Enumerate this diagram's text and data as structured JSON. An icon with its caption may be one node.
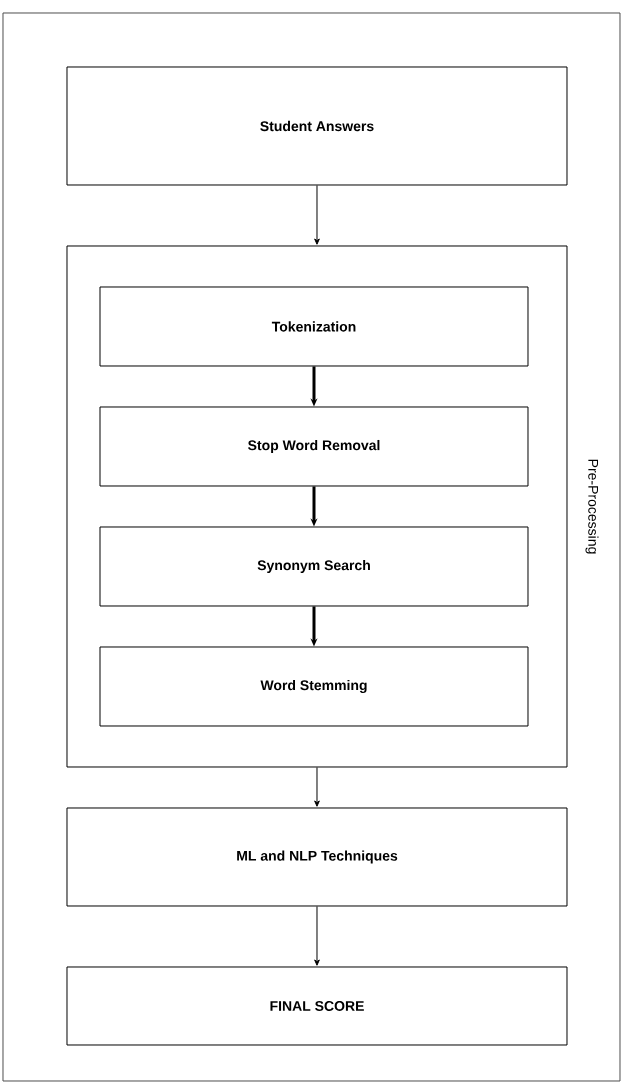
{
  "diagram": {
    "nodes": [
      {
        "text": [
          "Student Answers"
        ]
      },
      {
        "text": [
          "Pre-Processing"
        ]
      },
      {
        "text": [
          "Tokenization"
        ],
        "in": 1
      },
      {
        "text": [
          "Stop Word Removal"
        ],
        "in": 1
      },
      {
        "text": [
          "Synonym Search"
        ],
        "in": 1
      },
      {
        "text": [
          "Word Stemming"
        ],
        "in": 1
      },
      {
        "text": [
          "ML and NLP Techniques"
        ]
      },
      {
        "text": [
          "FINAL SCORE"
        ]
      }
    ],
    "edges": [
      {
        "from": 0,
        "to": 1,
        "arrow": "to"
      },
      {
        "from": 2,
        "to": 3,
        "arrow": "to",
        "style": "thick"
      },
      {
        "from": 3,
        "to": 4,
        "arrow": "to",
        "style": "thick"
      },
      {
        "from": 4,
        "to": 5,
        "arrow": "to",
        "style": "thick"
      },
      {
        "from": 1,
        "to": 6,
        "arrow": "to"
      },
      {
        "from": 6,
        "to": 7,
        "arrow": "to"
      }
    ]
  }
}
